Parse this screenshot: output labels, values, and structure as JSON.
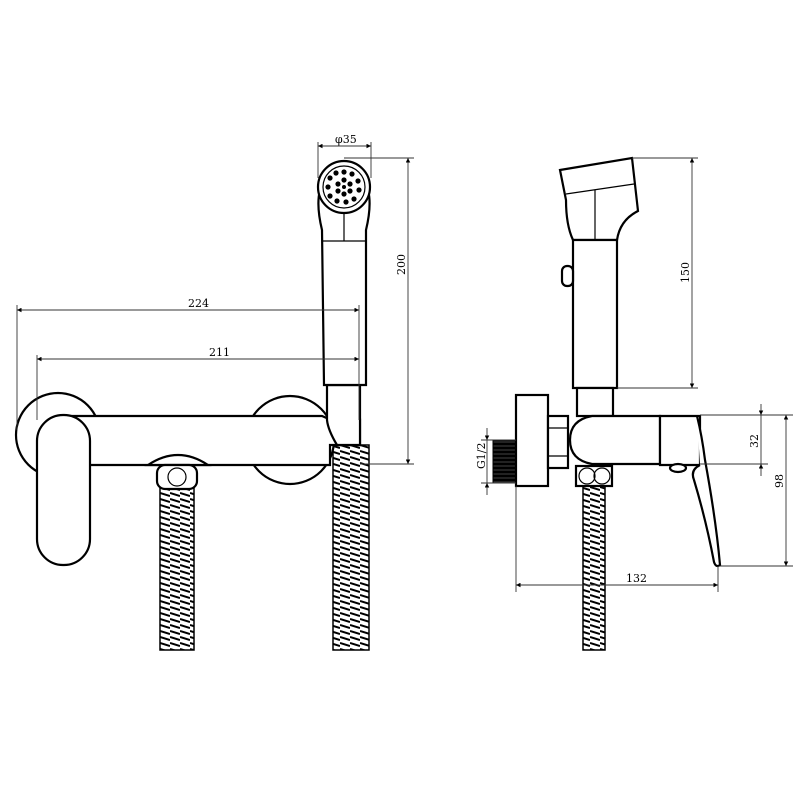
{
  "front_view": {
    "dim_width_total": "224",
    "dim_width_body": "211",
    "dim_head_diameter": "φ35",
    "dim_height_total": "200"
  },
  "side_view": {
    "dim_shower_length": "150",
    "dim_thread": "G1/2",
    "dim_body_height": "32",
    "dim_total_height": "98",
    "dim_depth": "132"
  },
  "colors": {
    "line": "#000000",
    "background": "#ffffff"
  }
}
